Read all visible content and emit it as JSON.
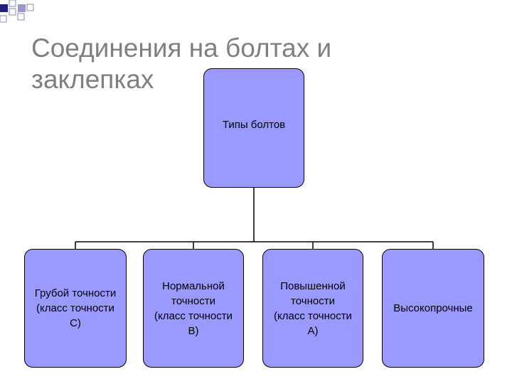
{
  "slide": {
    "title_line1": "Соединения на болтах и",
    "title_line2": "заклепках"
  },
  "diagram": {
    "root": {
      "label": "Типы болтов"
    },
    "children": [
      {
        "line1": "Грубой точности",
        "line2": "(класс точности",
        "line3": "С)"
      },
      {
        "line1": "Нормальной",
        "line2": "точности",
        "line3": "(класс точности",
        "line4": "В)"
      },
      {
        "line1": "Повышенной",
        "line2": "точности",
        "line3": "(класс точности",
        "line4": "А)"
      },
      {
        "line1": "Высокопрочные"
      }
    ]
  },
  "colors": {
    "box_fill": "#9999ff",
    "title_text": "#7f7f7f",
    "corner_squares": "#1f1f7a"
  }
}
